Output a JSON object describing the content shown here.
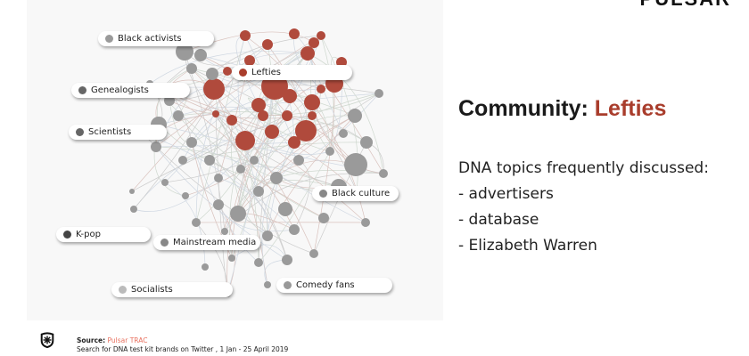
{
  "brand": "PULSAR",
  "graph": {
    "labels": [
      {
        "text": "Black activists",
        "color": "#9a9a9a"
      },
      {
        "text": "Lefties",
        "color": "#a93d2c"
      },
      {
        "text": "Genealogists",
        "color": "#666666"
      },
      {
        "text": "Scientists",
        "color": "#666666"
      },
      {
        "text": "Black culture",
        "color": "#888888"
      },
      {
        "text": "K-pop",
        "color": "#444444"
      },
      {
        "text": "Mainstream media",
        "color": "#888888"
      },
      {
        "text": "Socialists",
        "color": "#bbbbbb"
      },
      {
        "text": "Comedy fans",
        "color": "#999999"
      }
    ],
    "colors": {
      "community": "#b04a3c",
      "other": "#9a9a9a"
    }
  },
  "slide": {
    "title_prefix": "Community: ",
    "title_highlight": "Lefties",
    "intro": "DNA topics frequently discussed:",
    "topics": [
      "- advertisers",
      "- database",
      "- Elizabeth Warren"
    ]
  },
  "footer": {
    "source_label": "Source:",
    "source_name": "Pulsar TRAC",
    "description": "Search for DNA test kit brands on Twitter , 1 Jan - 25 April 2019"
  }
}
